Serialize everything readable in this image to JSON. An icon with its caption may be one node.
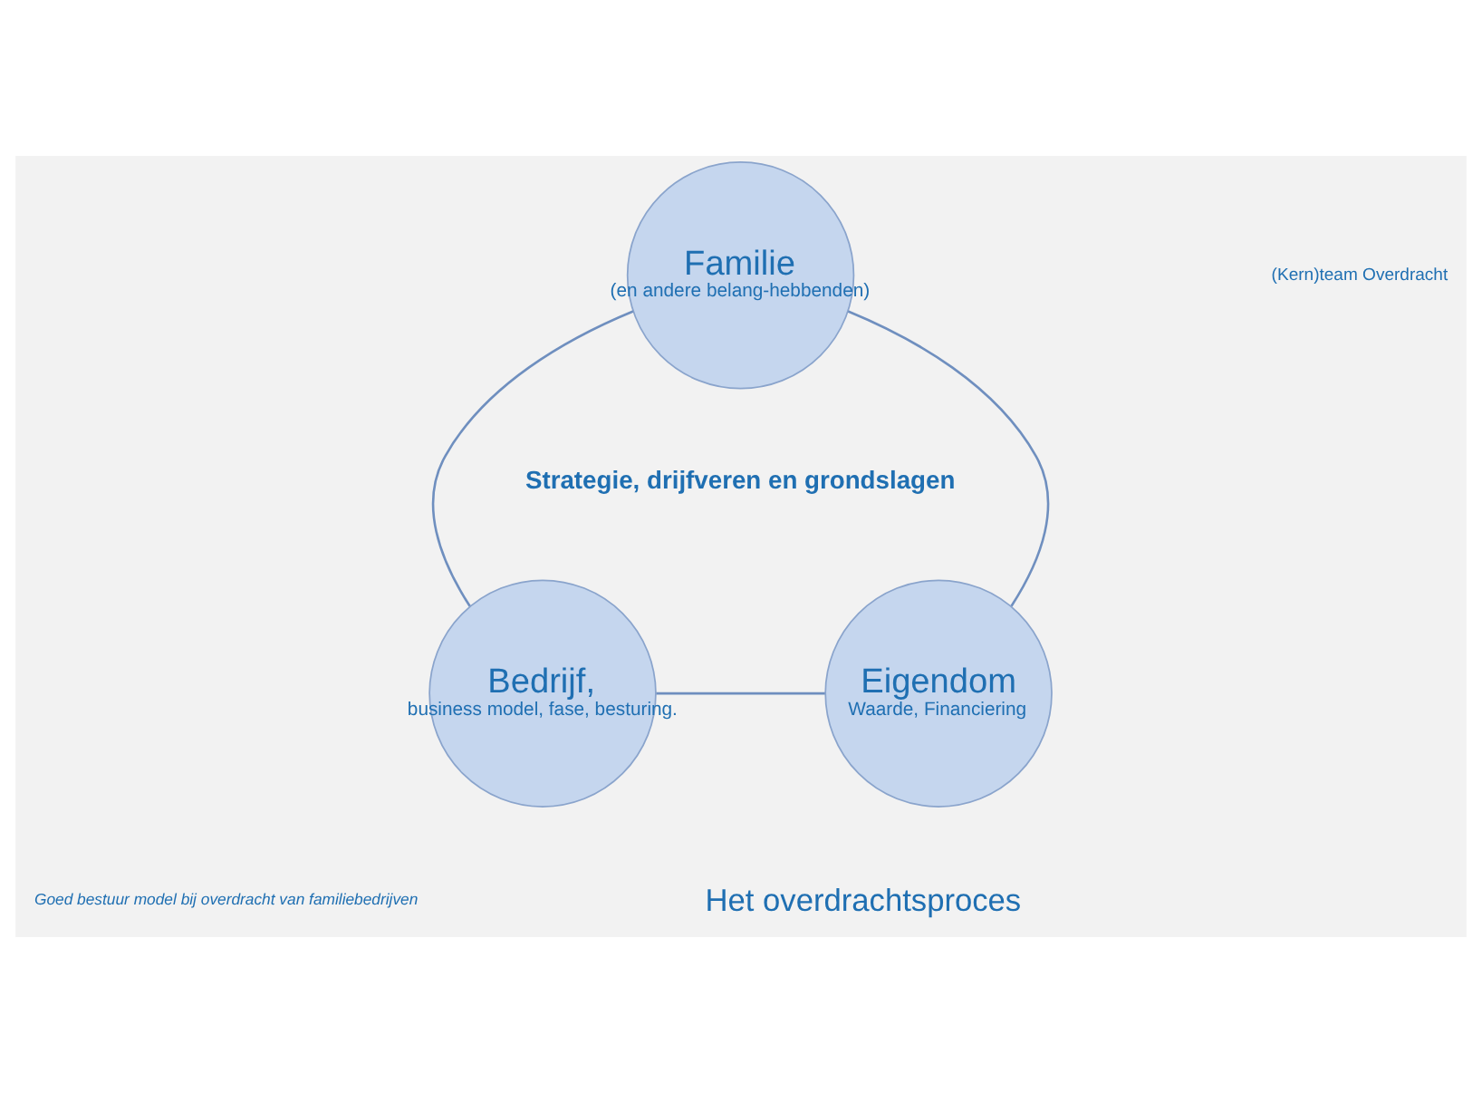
{
  "diagram": {
    "nodes": [
      {
        "text": [
          "Familie",
          "(en andere belang-hebbenden)"
        ]
      },
      {
        "text": [
          "Bedrijf,",
          "business model, fase, besturing."
        ]
      },
      {
        "text": [
          "Eigendom",
          "Waarde, Financiering"
        ]
      }
    ],
    "edges": [
      {
        "from": 0,
        "to": 1,
        "arrow": "none"
      },
      {
        "from": 0,
        "to": 2,
        "arrow": "none"
      },
      {
        "from": 1,
        "to": 2,
        "arrow": "none"
      }
    ],
    "labels": [
      "Strategie, drijfveren en grondslagen",
      "(Kern)team Overdracht",
      "Goed bestuur model bij overdracht van familiebedrijven",
      "Het overdrachtsproces"
    ]
  }
}
